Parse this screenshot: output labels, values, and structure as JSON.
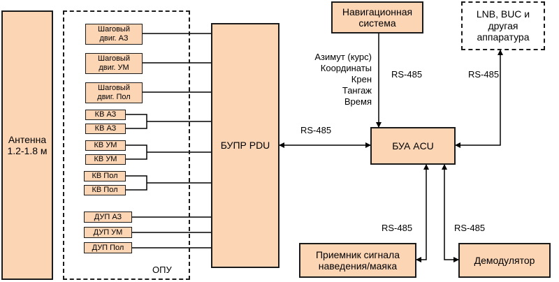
{
  "antenna": "Антенна\n1.2-1.8 м",
  "opu": {
    "title": "ОПУ",
    "motors": [
      "Шаговый\nдвиг. АЗ",
      "Шаговый\nдвиг. УМ",
      "Шаговый\nдвиг. Пол"
    ],
    "kv": [
      "КВ АЗ",
      "КВ АЗ",
      "КВ УМ",
      "КВ УМ",
      "КВ Пол",
      "КВ Пол"
    ],
    "dup": [
      "ДУП АЗ",
      "ДУП УМ",
      "ДУП Пол"
    ]
  },
  "pdu": "БУПР PDU",
  "acu": "БУА ACU",
  "nav": {
    "title": "Навигационная\nсистема",
    "params": [
      "Азимут (курс)",
      "Координаты",
      "Крен",
      "Тангаж",
      "Время"
    ]
  },
  "lnb": "LNB, BUC и\nдругая\nаппаратура",
  "receiver": "Приемник сигнала\nнаведения/маяка",
  "demod": "Демодулятор",
  "links": {
    "pdu_acu": "RS-485",
    "nav_acu": "RS-485",
    "lnb_acu": "RS-485",
    "receiver_acu": "RS-485",
    "demod_acu": "RS-485"
  }
}
